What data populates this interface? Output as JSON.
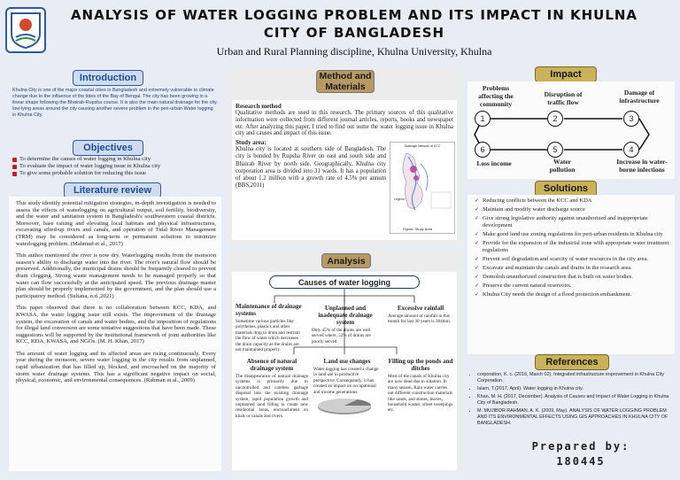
{
  "header": {
    "title_line1": "Analysis of Water Logging Problem and its Impact in Khulna",
    "title_line2": "City of Bangladesh",
    "subtitle": "Urban and Rural Planning discipline, Khulna University, Khulna"
  },
  "introduction": {
    "heading": "Introduction",
    "text": "Khulna City is one of the major coastal cities in Bangladesh and extremely vulnerable to climate change due to the influence of the tides of the Bay of Bengal. The city has been growing in a linear shape following the Bhairab-Rupsha course. It is also the main natural drainage for the city. low-lying areas around the city causing another severe problem in the peri-urban Water logging in Khulna City."
  },
  "objectives": {
    "heading": "Objectives",
    "items": [
      "To determine the causes of water logging in Khulna city",
      "To evaluate the impact of water logging issue in Khulna city",
      "To give some probable solution for reducing this issue"
    ]
  },
  "literature": {
    "heading": "Literature review",
    "paragraphs": [
      "This study identify potential mitigation strategies, in-depth investigation is needed to assess the effects of waterlogging on agricultural output, soil fertility, biodiversity, and the water and sanitation system in Bangladesh's southwestern coastal districts. Moreover, base raising and elevating local habitats and physical infrastructures, excavating silted-up rivers and canals, and operation of Tidal River Management (TRM) may be considered as long-term or permanent solutions to minimize waterlogging problem. (Mahmud et al., 2017)",
      "This author mentioned the river is now dry. Waterlogging results from the monsoon season's ability to discharge water into the river. The river's natural flow should be preserved. Additionally, the municipal drains should be frequently cleared to prevent drain clogging. Strong waste management needs to be managed properly so that water can flow successfully at the anticipated speed. The previous drainage master plan should be properly implemented by the government, and the plan should use a participatory method. (Sultana, n.d.,2021)",
      "This paper observed that there is no collaboration between KCC, KDA, and KWASA, the water logging issue still exists. The improvement of the drainage system, the excavation of canals and water bodies, and the imposition of regulations for illegal land conversion are some tentative suggestions that have been made. These suggestions will be supported by the institutional framework of joint authorities like KCC, KDA, KWASA, and NGOs. (M. H. Khan, 2017)",
      "The amount of water logging and its affected areas are rising continuously. Every year during the monsoon, severe water logging in the city results from unplanned, rapid urbanization that has filled up, blocked, and encroached on the majority of storm water drainage systems. This has a significant negative impact on social, physical, economic, and environmental consequences. (Rahman et al., 2009)"
    ]
  },
  "method": {
    "heading": "Method and Materials",
    "research_label": "Research method",
    "research_text": "Qualitative methods are used in this research. The primary sources of this qualitative information were collected from different journal articles, reports, books and newspaper etc. After analyzing this paper, I tried to find out some the water logging issue in Khulna city and causes and impact of this issue.",
    "study_label": "Study area:",
    "study_text": "Khulna city is located at southern side of Bangladesh. The city is bonded by Rupsha River on east and south side and Bhairab River by north side. Geographically, Khulna city corporation area is divided into 31 wards. It has a population of about 1.2 million with a growth rate of 4.5% per annum (BBS,2011)",
    "map_title": "Drainage Network of KCC",
    "map_legend": "Legend",
    "figure_caption": "Figure: Study Area"
  },
  "analysis": {
    "heading": "Analysis",
    "causes_title": "Causes of water logging",
    "causes": [
      {
        "title": "Maintenance of drainage systems",
        "text": "Sometime various particles like polythenes, plastics and other materials drop to drain and restrain the flow of water which decreases the drain capacity as the drains are not maintained properly."
      },
      {
        "title": "Unplanned and inadequate drainage system",
        "text": "Only 45% of the drains are well served where, 52% of drains are poorly served"
      },
      {
        "title": "Excessive rainfall",
        "text": "Average amount of rainfall in this month for last 30 years is 384mm."
      },
      {
        "title": "Absence of natural drainage system",
        "text": "The disappearance of natural drainage systems is primarily due to uncontrolled and careless garbage disposal into the existing drainage system, rapid population growth and unplanned land filling to create new residential areas, encroachment on khals or canals and rivers."
      },
      {
        "title": "Land use changes",
        "text": "Water logging has created a change in land use in productive perspective. Consequently, it has created an impact on occupational and income generations."
      },
      {
        "title": "Filling up the ponds and ditches",
        "text": "Most of the canals of Khulna city are now dead due to siltation. In many season, Rain water carries out different construction materials like sands, and stones, leaves, household wastes, street sweepings etc."
      }
    ]
  },
  "impact": {
    "heading": "Impact",
    "items": [
      {
        "num": "1",
        "label": "Problems affecting the community"
      },
      {
        "num": "2",
        "label": "Disruption of traffic flow"
      },
      {
        "num": "3",
        "label": "Damage of infrastructure"
      },
      {
        "num": "4",
        "label": "Increase in water-borne infections"
      },
      {
        "num": "5",
        "label": "Water pollution"
      },
      {
        "num": "6",
        "label": "Loss income"
      }
    ]
  },
  "solutions": {
    "heading": "Solutions",
    "items": [
      "Reducing conflicts between the KCC and KDA",
      "Maintain and modify water discharge source",
      "Give strong legislative authority against unauthorized and inappropriate development",
      "Make good land use zoning regulations for peri-urban residents in Khulna city",
      "Provide for the expansion of the industrial zone with appropriate water treatment regulations",
      "Prevent soil degradation and scarcity of water resources in the city area.",
      "Excavate and maintain the canals and drains in the research area.",
      "Demolish unauthorized construction that is built on water bodies.",
      "Preserve the current natural reservoirs.",
      "Khulna City needs the design of a flood protection embankment."
    ]
  },
  "references": {
    "heading": "References",
    "items": [
      "corporation, K. c. (2016, March 02). Integrated infrastructure improvement in Khulna City Corporation.",
      "Islam, T.(2017, April). Water logging in Khulna city.",
      "Khan, M. H. (2017, December). Analysis of Causes and Impact of Water Logging in Khulna City of Bangladesh.",
      "M. MUJIBOR RAHMAN, A. K. (2009, May). ANALYSIS OF WATER LOGGING PROBLEM AND ITS ENVIRONMENTAL EFFECTS USING GIS APPROACHES IN KHULNA CITY OF BANGLADESH."
    ]
  },
  "footer": {
    "prepared_label": "Prepared by:",
    "prepared_id": "180445"
  },
  "colors": {
    "accent": "#2f5a9e",
    "gold": "#c9b25a",
    "tan": "#b79a63"
  }
}
